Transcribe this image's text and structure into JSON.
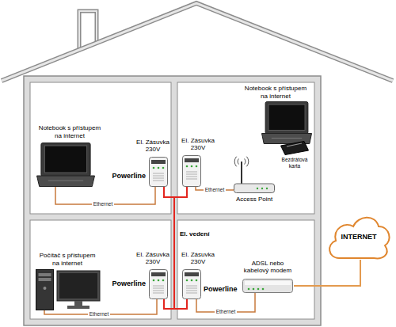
{
  "diagram": {
    "nodes": [
      {
        "text": [
          "Notebook s přístupem na internet"
        ]
      },
      {
        "text": [
          "El. Zásuvka 230V",
          "Powerline"
        ]
      },
      {
        "text": [
          "El. Zásuvka 230V"
        ]
      },
      {
        "text": [
          "Notebook s přístupem na internet"
        ]
      },
      {
        "text": [
          "Bezdrátová karta"
        ]
      },
      {
        "text": [
          "Access Point"
        ]
      },
      {
        "text": [
          "Počítač s přístupem na internet"
        ]
      },
      {
        "text": [
          "El. Zásuvka 230V",
          "Powerline"
        ]
      },
      {
        "text": [
          "El. Zásuvka 230V",
          "Powerline"
        ]
      },
      {
        "text": [
          "ADSL nebo kabelový modem"
        ]
      },
      {
        "text": [
          "INTERNET"
        ]
      }
    ],
    "edges": [
      {
        "from": 0,
        "to": 1,
        "arrow": "none",
        "label": "Ethernet"
      },
      {
        "from": 1,
        "to": 2,
        "arrow": "none"
      },
      {
        "from": 2,
        "to": 5,
        "arrow": "none",
        "label": "Ethernet"
      },
      {
        "from": 2,
        "to": 8,
        "arrow": "none",
        "label": "El. vedení"
      },
      {
        "from": 6,
        "to": 7,
        "arrow": "none",
        "label": "Ethernet"
      },
      {
        "from": 7,
        "to": 8,
        "arrow": "none"
      },
      {
        "from": 8,
        "to": 9,
        "arrow": "none",
        "label": "Ethernet"
      },
      {
        "from": 9,
        "to": 10,
        "arrow": "none"
      }
    ]
  }
}
